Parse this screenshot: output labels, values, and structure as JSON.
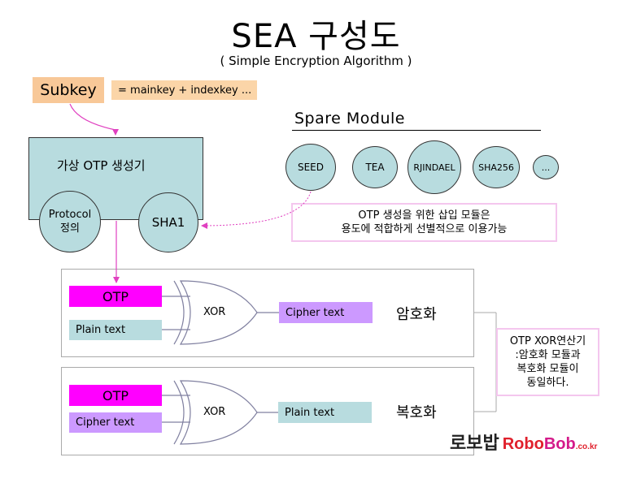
{
  "title": "SEA 구성도",
  "subtitle": "( Simple Encryption Algorithm )",
  "subkey": {
    "label": "Subkey",
    "formula": "= mainkey + indexkey ..."
  },
  "otp_generator": {
    "label": "가상 OTP 생성기",
    "protocol_line1": "Protocol",
    "protocol_line2": "정의",
    "sha1": "SHA1"
  },
  "spare_module": {
    "title": "Spare Module",
    "modules": [
      "SEED",
      "TEA",
      "RJINDAEL",
      "SHA256",
      "..."
    ]
  },
  "spare_note": {
    "line1": "OTP 생성을 위한 삽입 모듈은",
    "line2": "용도에 적합하게 선별적으로 이용가능"
  },
  "encryption": {
    "otp": "OTP",
    "input": "Plain text",
    "gate": "XOR",
    "output": "Cipher text",
    "label": "암호화"
  },
  "decryption": {
    "otp": "OTP",
    "input": "Cipher text",
    "gate": "XOR",
    "output": "Plain text",
    "label": "복호화"
  },
  "xor_note": {
    "line1": "OTP XOR연산기",
    "line2": ":암호화 모듈과",
    "line3": "복호화 모듈이",
    "line4": "동일하다."
  },
  "logo": {
    "korean": "로보밥",
    "part1": "Robo",
    "part2": "Bob",
    "domain": ".co.kr"
  },
  "colors": {
    "cyan_box": "#b8dcdf",
    "magenta_otp": "#ff00ff",
    "lavender": "#cc99ff",
    "orange": "#f8c898",
    "pink_arrow": "#e040c0",
    "note_border": "#f4c6ee"
  }
}
